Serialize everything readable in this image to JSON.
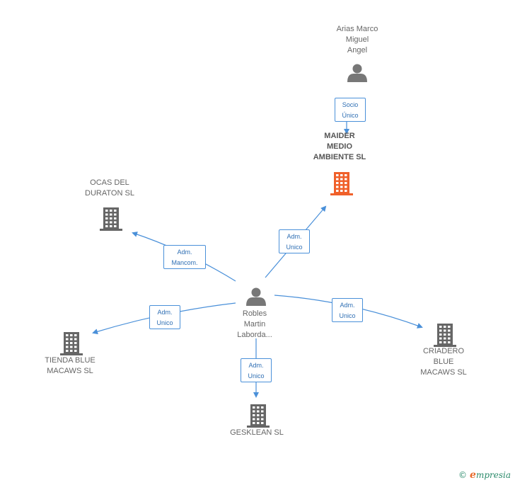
{
  "colors": {
    "edge": "#4a90d9",
    "building": "#666666",
    "building_main": "#f0602a",
    "person": "#777777"
  },
  "nodes": [
    {
      "id": "arias",
      "kind": "person",
      "label": "Arias Marco\nMiguel\nAngel"
    },
    {
      "id": "maider",
      "kind": "company_main",
      "label": "MAIDER\nMEDIO\nAMBIENTE SL"
    },
    {
      "id": "ocas",
      "kind": "company",
      "label": "OCAS DEL\nDURATON SL"
    },
    {
      "id": "robles",
      "kind": "person",
      "label": "Robles\nMartin\nLaborda..."
    },
    {
      "id": "tienda",
      "kind": "company",
      "label": "TIENDA BLUE\nMACAWS  SL"
    },
    {
      "id": "criadero",
      "kind": "company",
      "label": "CRIADERO\nBLUE\nMACAWS SL"
    },
    {
      "id": "gesklean",
      "kind": "company",
      "label": "GESKLEAN SL"
    }
  ],
  "edges": [
    {
      "from": "arias",
      "to": "maider",
      "label": "Socio\nÚnico"
    },
    {
      "from": "robles",
      "to": "maider",
      "label": "Adm.\nUnico"
    },
    {
      "from": "robles",
      "to": "ocas",
      "label": "Adm.\nMancom."
    },
    {
      "from": "robles",
      "to": "tienda",
      "label": "Adm.\nUnico"
    },
    {
      "from": "robles",
      "to": "criadero",
      "label": "Adm.\nUnico"
    },
    {
      "from": "robles",
      "to": "gesklean",
      "label": "Adm.\nUnico"
    }
  ],
  "brand": {
    "copyright": "©",
    "initial": "e",
    "rest": "mpresia"
  }
}
